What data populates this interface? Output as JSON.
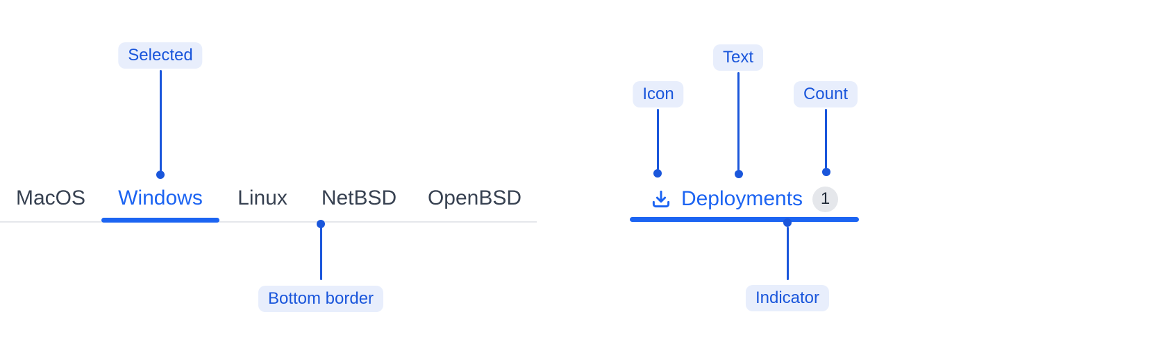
{
  "colors": {
    "accent_blue": "#1C64F2",
    "annotation_blue": "#1A56DB",
    "annotation_bg": "#E8EEFC",
    "inactive_tab_text": "#374151",
    "divider_gray": "#E5E7EB",
    "badge_bg": "#E5E7EB",
    "badge_text": "#1F2937",
    "background": "#FFFFFF"
  },
  "tabs_demo": {
    "tabs": [
      {
        "label": "MacOS",
        "selected": false
      },
      {
        "label": "Windows",
        "selected": true
      },
      {
        "label": "Linux",
        "selected": false
      },
      {
        "label": "NetBSD",
        "selected": false
      },
      {
        "label": "OpenBSD",
        "selected": false
      }
    ],
    "annotations": {
      "selected": "Selected",
      "bottom_border": "Bottom border"
    }
  },
  "deployments_tab_demo": {
    "icon": "download-icon",
    "label": "Deployments",
    "count": "1",
    "annotations": {
      "icon": "Icon",
      "text": "Text",
      "count": "Count",
      "indicator": "Indicator"
    }
  }
}
